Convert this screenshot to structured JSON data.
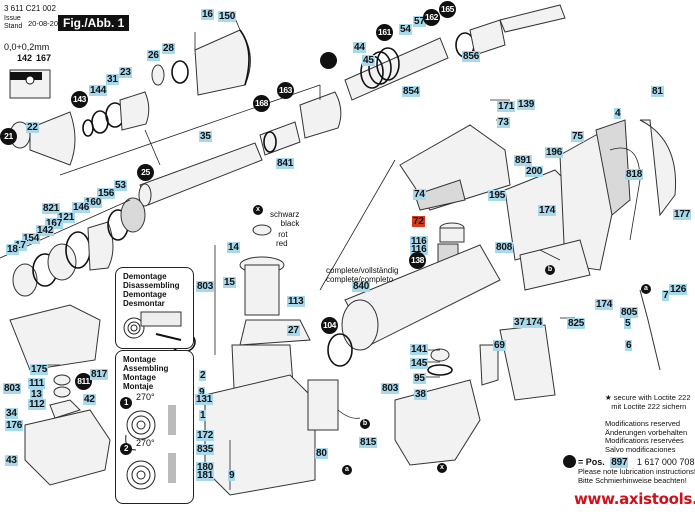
{
  "header": {
    "drawing_number": "3 611 C21 002",
    "issue_label": "Issue\nStand",
    "issue_date": "20-08-20",
    "figure_label": "Fig./Abb. 1",
    "tolerance_text": "0,0+0,2mm"
  },
  "callouts": [
    {
      "id": "16",
      "style": "blue"
    },
    {
      "id": "150",
      "style": "blue"
    },
    {
      "id": "28",
      "style": "blue"
    },
    {
      "id": "26",
      "style": "blue"
    },
    {
      "id": "31",
      "style": "blue"
    },
    {
      "id": "23",
      "style": "blue"
    },
    {
      "id": "144",
      "style": "blue"
    },
    {
      "id": "143",
      "style": "black"
    },
    {
      "id": "142",
      "style": "plain"
    },
    {
      "id": "167",
      "style": "plain"
    },
    {
      "id": "22",
      "style": "blue"
    },
    {
      "id": "21",
      "style": "black"
    },
    {
      "id": "45",
      "style": "blue"
    },
    {
      "id": "44",
      "style": "blue"
    },
    {
      "id": "161",
      "style": "black"
    },
    {
      "id": "54",
      "style": "blue"
    },
    {
      "id": "57",
      "style": "blue"
    },
    {
      "id": "162",
      "style": "black"
    },
    {
      "id": "165",
      "style": "black"
    },
    {
      "id": "856",
      "style": "blue"
    },
    {
      "id": "854",
      "style": "blue"
    },
    {
      "id": "168",
      "style": "black"
    },
    {
      "id": "163",
      "style": "black"
    },
    {
      "id": "841",
      "style": "blue"
    },
    {
      "id": "35",
      "style": "blue"
    },
    {
      "id": "25",
      "style": "black"
    },
    {
      "id": "53",
      "style": "blue"
    },
    {
      "id": "156",
      "style": "blue"
    },
    {
      "id": "160",
      "style": "blue"
    },
    {
      "id": "146",
      "style": "blue"
    },
    {
      "id": "821",
      "style": "blue"
    },
    {
      "id": "121",
      "style": "blue"
    },
    {
      "id": "167",
      "style": "blue"
    },
    {
      "id": "142",
      "style": "blue"
    },
    {
      "id": "154",
      "style": "blue"
    },
    {
      "id": "17",
      "style": "blue"
    },
    {
      "id": "18",
      "style": "blue"
    },
    {
      "id": "171",
      "style": "blue"
    },
    {
      "id": "139",
      "style": "blue"
    },
    {
      "id": "73",
      "style": "blue"
    },
    {
      "id": "81",
      "style": "blue"
    },
    {
      "id": "4",
      "style": "blue"
    },
    {
      "id": "75",
      "style": "blue"
    },
    {
      "id": "196",
      "style": "blue"
    },
    {
      "id": "891",
      "style": "blue"
    },
    {
      "id": "200",
      "style": "blue"
    },
    {
      "id": "195",
      "style": "blue"
    },
    {
      "id": "174",
      "style": "blue"
    },
    {
      "id": "818",
      "style": "blue"
    },
    {
      "id": "177",
      "style": "blue"
    },
    {
      "id": "808",
      "style": "blue"
    },
    {
      "id": "74",
      "style": "blue"
    },
    {
      "id": "72",
      "style": "red"
    },
    {
      "id": "116",
      "style": "blue"
    },
    {
      "id": "116",
      "style": "blue"
    },
    {
      "id": "138",
      "style": "black"
    },
    {
      "id": "840",
      "style": "blue"
    },
    {
      "id": "104",
      "style": "black"
    },
    {
      "id": "825",
      "style": "blue"
    },
    {
      "id": "174",
      "style": "blue"
    },
    {
      "id": "126",
      "style": "blue"
    },
    {
      "id": "7",
      "style": "blue"
    },
    {
      "id": "805",
      "style": "blue"
    },
    {
      "id": "5",
      "style": "blue"
    },
    {
      "id": "6",
      "style": "blue"
    },
    {
      "id": "37",
      "style": "blue"
    },
    {
      "id": "174",
      "style": "blue"
    },
    {
      "id": "69",
      "style": "blue"
    },
    {
      "id": "141",
      "style": "blue"
    },
    {
      "id": "145",
      "style": "blue"
    },
    {
      "id": "95",
      "style": "blue"
    },
    {
      "id": "803",
      "style": "blue"
    },
    {
      "id": "38",
      "style": "blue"
    },
    {
      "id": "80",
      "style": "blue"
    },
    {
      "id": "815",
      "style": "blue"
    },
    {
      "id": "14",
      "style": "blue"
    },
    {
      "id": "15",
      "style": "blue"
    },
    {
      "id": "803",
      "style": "blue"
    },
    {
      "id": "113",
      "style": "blue"
    },
    {
      "id": "27",
      "style": "blue"
    },
    {
      "id": "2",
      "style": "blue"
    },
    {
      "id": "9",
      "style": "blue"
    },
    {
      "id": "131",
      "style": "blue"
    },
    {
      "id": "1",
      "style": "blue"
    },
    {
      "id": "172",
      "style": "blue"
    },
    {
      "id": "835",
      "style": "blue"
    },
    {
      "id": "180",
      "style": "blue"
    },
    {
      "id": "181",
      "style": "blue"
    },
    {
      "id": "9",
      "style": "blue"
    },
    {
      "id": "175",
      "style": "blue"
    },
    {
      "id": "111",
      "style": "blue"
    },
    {
      "id": "803",
      "style": "blue"
    },
    {
      "id": "13",
      "style": "blue"
    },
    {
      "id": "112",
      "style": "blue"
    },
    {
      "id": "811",
      "style": "black"
    },
    {
      "id": "817",
      "style": "blue"
    },
    {
      "id": "42",
      "style": "blue"
    },
    {
      "id": "34",
      "style": "blue"
    },
    {
      "id": "176",
      "style": "blue"
    },
    {
      "id": "43",
      "style": "blue"
    }
  ],
  "wire_labels": {
    "black": "schwarz\nblack",
    "red": "rot\nred",
    "marker_x": "x",
    "marker_a": "a",
    "marker_b": "b"
  },
  "complete_note": "complete/vollständig\ncomplete/completo",
  "demontage_box": {
    "title": "Demontage\nDisassembling\nDemontage\nDesmontar"
  },
  "montage_box": {
    "title": "Montage\nAssembling\nMontage\nMontaje",
    "step1_angle": "270°",
    "step2_angle": "270°",
    "step1_num": "1",
    "step2_num": "2"
  },
  "notes": {
    "loctite": "★ secure with Loctite 222\n   mit Loctite 222 sichern",
    "modifications": "Modifications reserved\nÄnderungen vorbehalten\nModifications reservées\nSalvo modificaciones",
    "pos_label": "= Pos.",
    "pos_number": "897",
    "part_number": "1 617 000 708",
    "lubrication": "Please note lubrication instructions!\nBitte Schmierhinweise beachten!"
  },
  "watermark": "www.axistools.ru",
  "colors": {
    "callout_blue": "#a8d8ec",
    "callout_red": "#d63a1e",
    "watermark_red": "#d0101a"
  }
}
